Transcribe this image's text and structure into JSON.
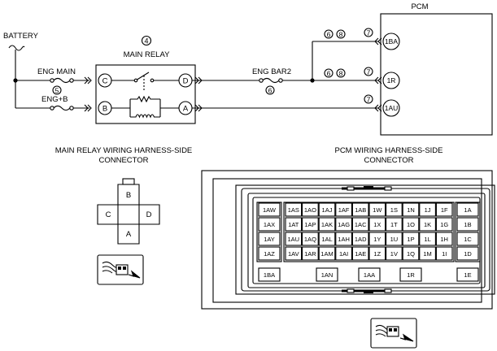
{
  "labels": {
    "battery": "BATTERY",
    "pcm": "PCM",
    "main_relay": "MAIN RELAY",
    "main_relay_num": "4",
    "eng_main": "ENG MAIN",
    "eng_main_num": "5",
    "eng_b": "ENG+B",
    "eng_bar2": "ENG BAR2",
    "eng_bar2_num": "6",
    "ref_6": "6",
    "ref_8": "8",
    "ref_7": "7"
  },
  "relay_terminals": {
    "c": "C",
    "d": "D",
    "b": "B",
    "a": "A"
  },
  "pcm_terminals": {
    "t1": "1BA",
    "t2": "1R",
    "t3": "1AU"
  },
  "captions": {
    "relay_harness_1": "MAIN RELAY WIRING HARNESS-SIDE",
    "relay_harness_2": "CONNECTOR",
    "pcm_harness_1": "PCM WIRING HARNESS-SIDE",
    "pcm_harness_2": "CONNECTOR"
  },
  "relay_connector": {
    "top": "B",
    "left": "C",
    "right": "D",
    "bottom": "A"
  },
  "pcm_connector": {
    "left_col": [
      "1AW",
      "1AX",
      "1AY",
      "1AZ"
    ],
    "right_col": [
      "1A",
      "1B",
      "1C",
      "1D"
    ],
    "rows": [
      [
        "1AS",
        "1AO",
        "1AJ",
        "1AF",
        "1AB",
        "1W",
        "1S",
        "1N",
        "1J",
        "1F"
      ],
      [
        "1AT",
        "1AP",
        "1AK",
        "1AG",
        "1AC",
        "1X",
        "1T",
        "1O",
        "1K",
        "1G"
      ],
      [
        "1AU",
        "1AQ",
        "1AL",
        "1AH",
        "1AD",
        "1Y",
        "1U",
        "1P",
        "1L",
        "1H"
      ],
      [
        "1AV",
        "1AR",
        "1AM",
        "1AI",
        "1AE",
        "1Z",
        "1V",
        "1Q",
        "1M",
        "1I"
      ]
    ],
    "bottom": [
      "1BA",
      "1AN",
      "1AA",
      "1R",
      "1E"
    ]
  }
}
